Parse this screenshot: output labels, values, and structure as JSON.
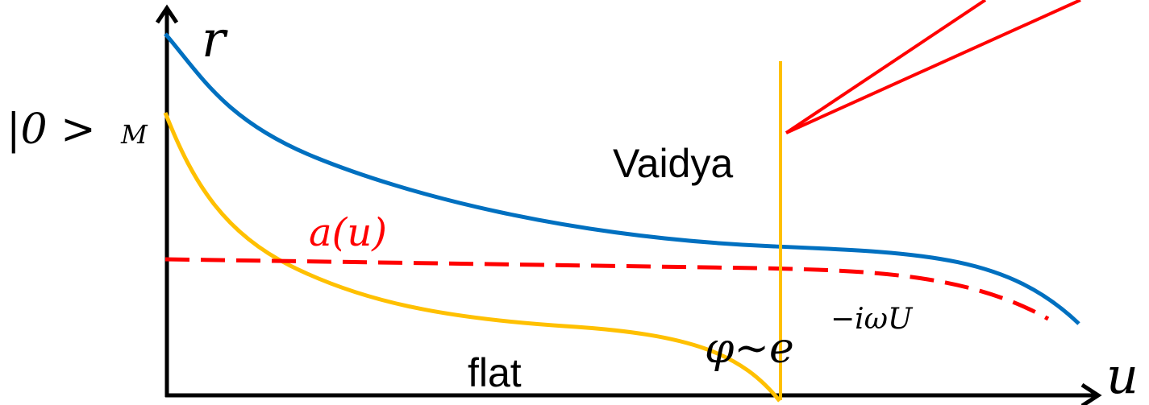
{
  "axes": {
    "y_label": "r",
    "x_label": "u"
  },
  "labels": {
    "vacuum_bar": "|0 >",
    "vacuum_subscript": "M",
    "vaidya": "Vaidya",
    "flat": "flat",
    "a_of_u": "a(u)",
    "phi_base": "φ~e",
    "phi_exponent": "−iωU"
  },
  "colors": {
    "blue_curve": "#0070c0",
    "yellow_curve": "#ffc000",
    "red_dashed": "#ff0000",
    "red_lines": "#ff0000",
    "axes": "#000000",
    "text": "#000000",
    "a_label": "#ff0000"
  }
}
